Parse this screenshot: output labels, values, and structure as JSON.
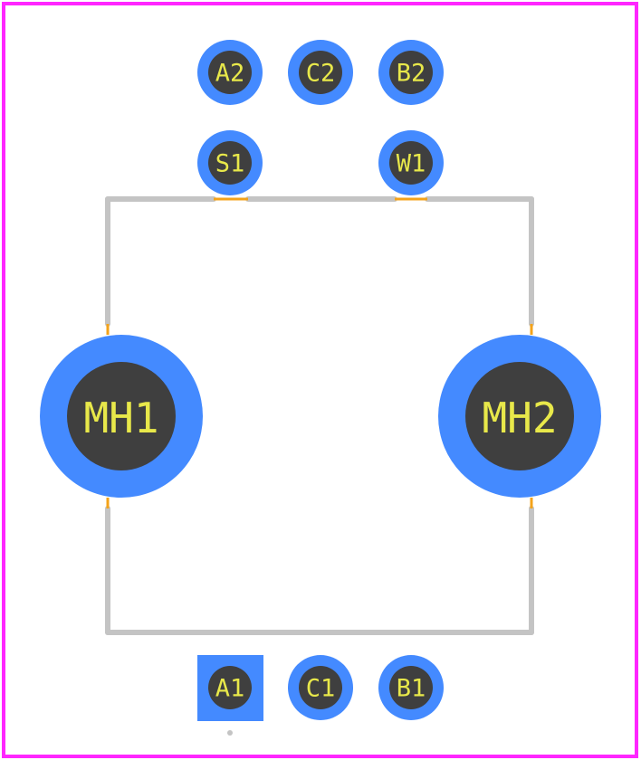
{
  "colors": {
    "board_outline": "#ff26ff",
    "silkscreen": "#c4c4c4",
    "copper_pad": "#448aff",
    "drill_hole": "#3f3f3f",
    "pad_text": "#e8e84a",
    "courtyard_gap": "#f4a31a"
  },
  "pads": {
    "a2": "A2",
    "c2": "C2",
    "b2": "B2",
    "s1": "S1",
    "w1": "W1",
    "a1": "A1",
    "c1": "C1",
    "b1": "B1"
  },
  "mounting_holes": {
    "mh1": "MH1",
    "mh2": "MH2"
  }
}
